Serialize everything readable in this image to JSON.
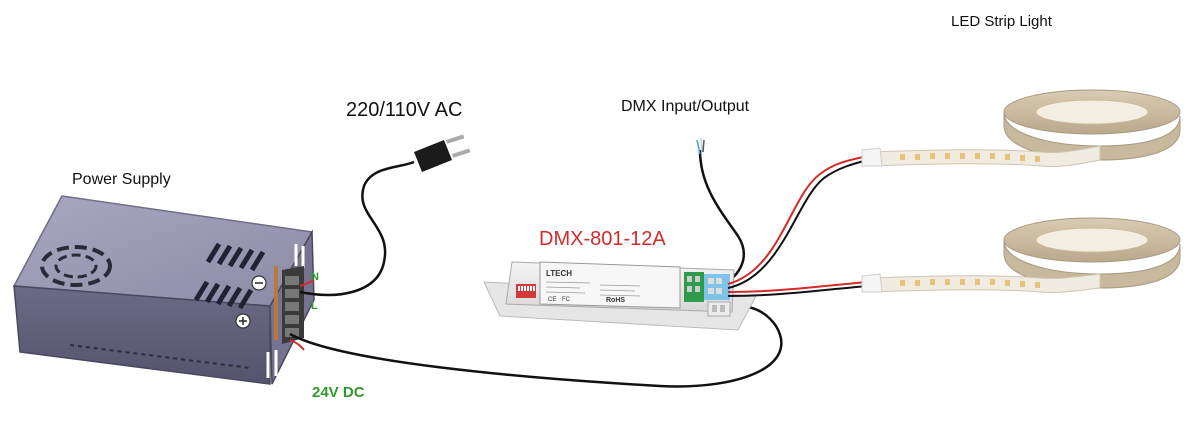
{
  "labels": {
    "led_strip": "LED Strip Light",
    "ac_input": "220/110V AC",
    "dmx_io": "DMX Input/Output",
    "power_supply": "Power Supply",
    "controller_model": "DMX-801-12A",
    "terminal_n": "N",
    "terminal_l": "L",
    "dc_output": "24V DC"
  },
  "controller_face": {
    "brand": "LTECH",
    "ce": "CE",
    "fc": "FC",
    "rohs": "RoHS"
  },
  "colors": {
    "label_text": "#111111",
    "model_label": "#d42a2a",
    "terminal_label": "#2e9a2e",
    "wire_red": "#d42a2a",
    "wire_black": "#111111"
  },
  "icons": {
    "plus": "plus-circle-icon",
    "minus": "minus-circle-icon",
    "fan": "fan-grille-icon"
  }
}
